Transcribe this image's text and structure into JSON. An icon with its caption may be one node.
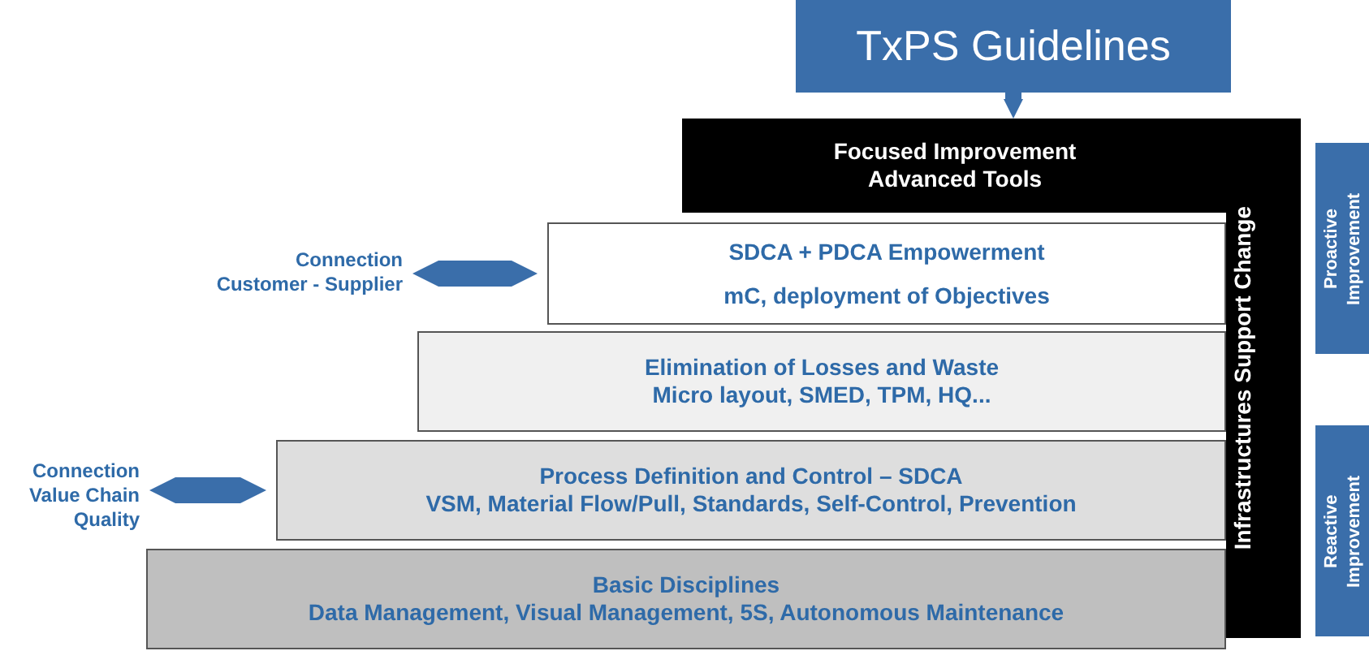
{
  "diagram": {
    "nodes": [
      {
        "text": [
          "TxPS Guidelines"
        ]
      },
      {
        "text": [
          "Focused Improvement Advanced Tools"
        ]
      },
      {
        "text": [
          "SDCA + PDCA Empowerment",
          "mC, deployment of Objectives"
        ]
      },
      {
        "text": [
          "Elimination of Losses and Waste",
          "Micro layout, SMED, TPM, HQ..."
        ]
      },
      {
        "text": [
          "Process Definition and Control – SDCA",
          "VSM, Material Flow/Pull, Standards, Self-Control, Prevention"
        ]
      },
      {
        "text": [
          "Basic Disciplines",
          "Data Management, Visual Management, 5S, Autonomous Maintenance"
        ]
      },
      {
        "text": [
          "Infrastructures Support Change"
        ]
      },
      {
        "text": [
          "Proactive Improvement"
        ]
      },
      {
        "text": [
          "Reactive Improvement"
        ]
      },
      {
        "text": [
          "Connection Customer - Supplier"
        ]
      },
      {
        "text": [
          "Connection Value Chain Quality"
        ]
      }
    ],
    "edges": [
      {
        "from": 0,
        "to": 1,
        "arrow": "to"
      },
      {
        "from": 9,
        "to": 2,
        "arrow": "both"
      },
      {
        "from": 10,
        "to": 4,
        "arrow": "both"
      }
    ]
  }
}
